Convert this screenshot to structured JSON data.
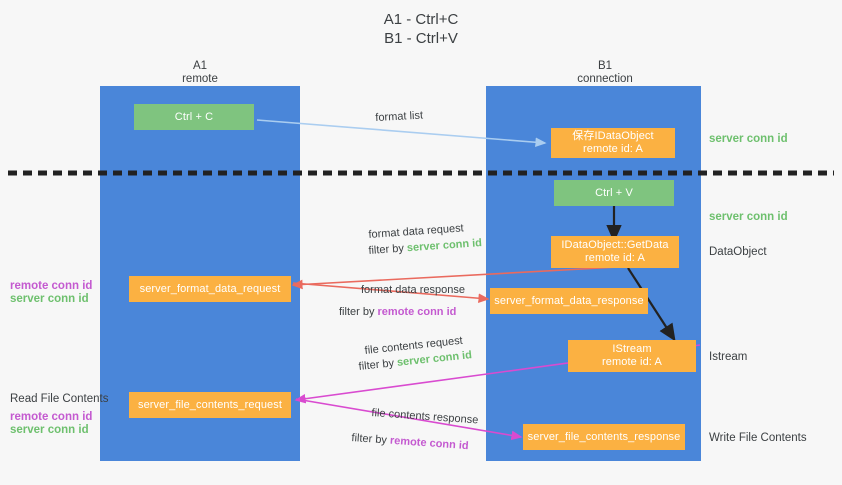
{
  "title": "A1 - Ctrl+C\nB1 - Ctrl+V",
  "columns": {
    "left": {
      "name": "A1",
      "sub": "remote"
    },
    "right": {
      "name": "B1",
      "sub": "connection"
    }
  },
  "boxes": {
    "ctrl_c": {
      "label": "Ctrl + C"
    },
    "ctrl_v": {
      "label": "Ctrl + V"
    },
    "save_dataobject": {
      "line1": "保存IDataObject",
      "line2": "remote id: A"
    },
    "getdata": {
      "line1": "IDataObject::GetData",
      "line2": "remote id: A"
    },
    "istream": {
      "line1": "IStream",
      "line2": "remote id: A"
    },
    "server_format_data_request": {
      "label": "server_format_data_request"
    },
    "server_format_data_response": {
      "label": "server_format_data_response"
    },
    "server_file_contents_request": {
      "label": "server_file_contents_request"
    },
    "server_file_contents_response": {
      "label": "server_file_contents_response"
    }
  },
  "right_labels": {
    "server_conn_id_1": "server conn id",
    "server_conn_id_2": "server conn id",
    "dataobject": "DataObject",
    "istream": "Istream",
    "write_file_contents": "Write File Contents"
  },
  "left_labels": {
    "remote_conn_id_1": "remote conn id",
    "server_conn_id_1": "server conn id",
    "read_file_contents": "Read File Contents",
    "remote_conn_id_2": "remote conn id",
    "server_conn_id_2": "server conn id"
  },
  "edges": {
    "format_list": "format list",
    "format_data_request": "format data request",
    "format_data_request_filter_prefix": "filter by ",
    "format_data_request_filter_value": "server conn id",
    "format_data_response": "format data response",
    "format_data_response_filter_prefix": "filter by ",
    "format_data_response_filter_value": "remote conn id",
    "file_contents_request": "file contents request",
    "file_contents_request_filter_prefix": "filter by ",
    "file_contents_request_filter_value": "server conn id",
    "file_contents_response": "file contents response",
    "file_contents_response_filter_prefix": "filter by ",
    "file_contents_response_filter_value": "remote conn id"
  },
  "colors": {
    "lane": "#4a86d9",
    "orange": "#fbb142",
    "green_box": "#7fc47f",
    "green_text": "#6ec06e",
    "purple_text": "#c45ad0",
    "arrow_red": "#ea6a5e",
    "arrow_magenta": "#d94bd0",
    "arrow_blue": "#aacdf0",
    "arrow_black": "#222222",
    "divider": "#222222"
  }
}
